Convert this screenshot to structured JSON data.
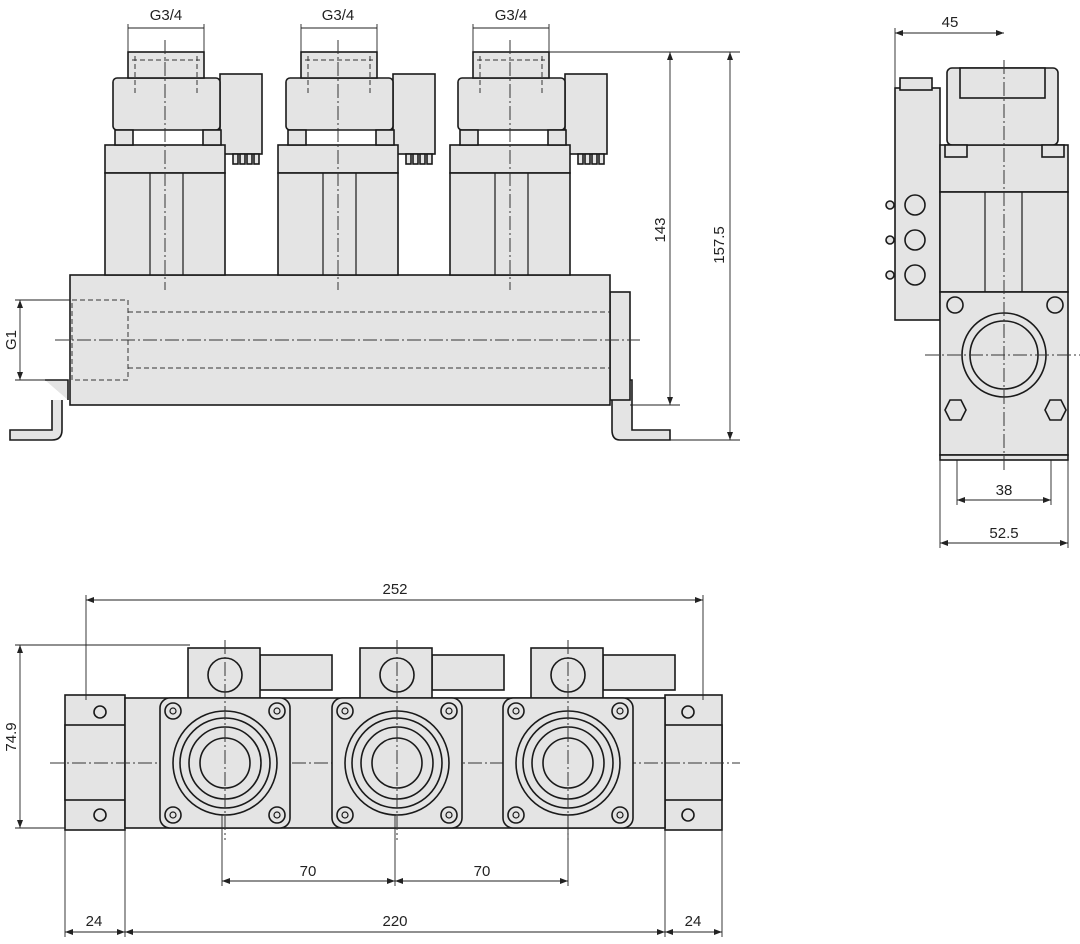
{
  "title": "Manifold solenoid valve assembly dimension drawing",
  "front_view": {
    "port_labels": [
      "G3/4",
      "G3/4",
      "G3/4"
    ],
    "inlet_label": "G1",
    "height_dim": "143",
    "overall_height_dim": "157.5"
  },
  "side_view": {
    "top_dim": "45",
    "mount_dim": "38",
    "width_dim": "52.5"
  },
  "top_view": {
    "overall_length_dim": "252",
    "width_dim": "74.9",
    "pitch_dims": [
      "70",
      "70"
    ],
    "end_left_dim": "24",
    "body_length_dim": "220",
    "end_right_dim": "24"
  },
  "colors": {
    "fill": "#e4e4e4",
    "line": "#1a1a1a"
  }
}
